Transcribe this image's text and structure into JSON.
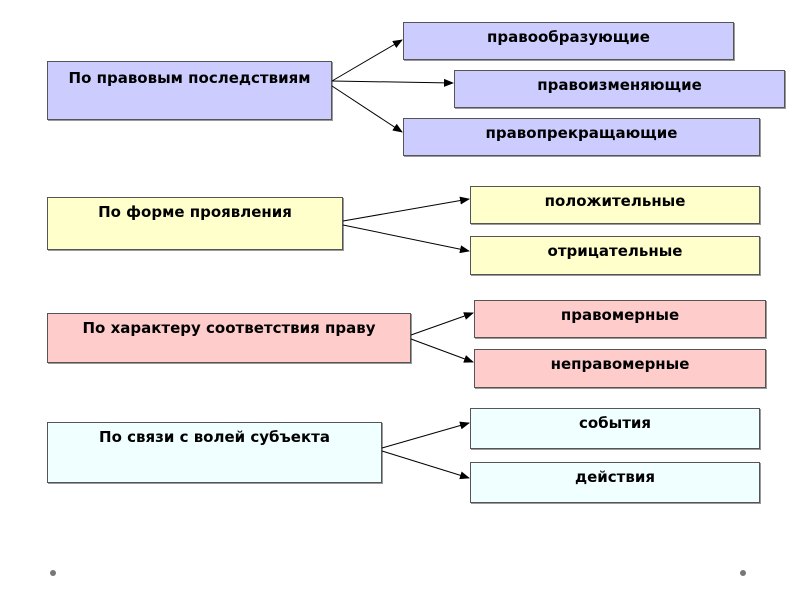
{
  "colors": {
    "blue": "#ccccff",
    "yellow": "#ffffcc",
    "pink": "#ffcccc",
    "cyan": "#f0ffff",
    "line": "#000000"
  },
  "groups": [
    {
      "label": "По правовым последствиям",
      "color": "blue",
      "children": [
        "правообразующие",
        "правоизменяющие",
        "правопрекращающие"
      ]
    },
    {
      "label": "По форме проявления",
      "color": "yellow",
      "children": [
        "положительные",
        "отрицательные"
      ]
    },
    {
      "label": "По характеру соответствия праву",
      "color": "pink",
      "children": [
        "правомерные",
        "неправомерные"
      ]
    },
    {
      "label": "По связи с волей субъекта",
      "color": "cyan",
      "children": [
        "события",
        "действия"
      ]
    }
  ]
}
